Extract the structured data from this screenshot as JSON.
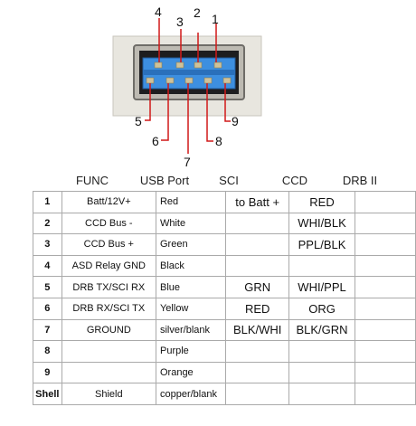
{
  "pin_numbers_top": [
    "4",
    "3",
    "2",
    "1"
  ],
  "pin_numbers_bottom": [
    "5",
    "6",
    "7",
    "8",
    "9"
  ],
  "headers": {
    "func": "FUNC",
    "usb": "USB Port",
    "sci": "SCI",
    "ccd": "CCD",
    "drb": "DRB II"
  },
  "rows": [
    {
      "num": "1",
      "func": "Batt/12V+",
      "usb": "Red",
      "sci": "to Batt +",
      "ccd": "RED",
      "drb": ""
    },
    {
      "num": "2",
      "func": "CCD Bus -",
      "usb": "White",
      "sci": "",
      "ccd": "WHI/BLK",
      "drb": ""
    },
    {
      "num": "3",
      "func": "CCD Bus +",
      "usb": "Green",
      "sci": "",
      "ccd": "PPL/BLK",
      "drb": ""
    },
    {
      "num": "4",
      "func": "ASD Relay GND",
      "usb": "Black",
      "sci": "",
      "ccd": "",
      "drb": ""
    },
    {
      "num": "5",
      "func": "DRB TX/SCI RX",
      "usb": "Blue",
      "sci": "GRN",
      "ccd": "WHI/PPL",
      "drb": ""
    },
    {
      "num": "6",
      "func": "DRB RX/SCI TX",
      "usb": "Yellow",
      "sci": "RED",
      "ccd": "ORG",
      "drb": ""
    },
    {
      "num": "7",
      "func": "GROUND",
      "usb": "silver/blank",
      "sci": "BLK/WHI",
      "ccd": "BLK/GRN",
      "drb": ""
    },
    {
      "num": "8",
      "func": "",
      "usb": "Purple",
      "sci": "",
      "ccd": "",
      "drb": ""
    },
    {
      "num": "9",
      "func": "",
      "usb": "Orange",
      "sci": "",
      "ccd": "",
      "drb": ""
    },
    {
      "num": "Shell",
      "func": "Shield",
      "usb": "copper/blank",
      "sci": "",
      "ccd": "",
      "drb": ""
    }
  ],
  "colors": {
    "leader": "#d11919",
    "port_blue": "#3d8fe0",
    "contact": "#cfc29a",
    "shell": "#e8e6df"
  }
}
